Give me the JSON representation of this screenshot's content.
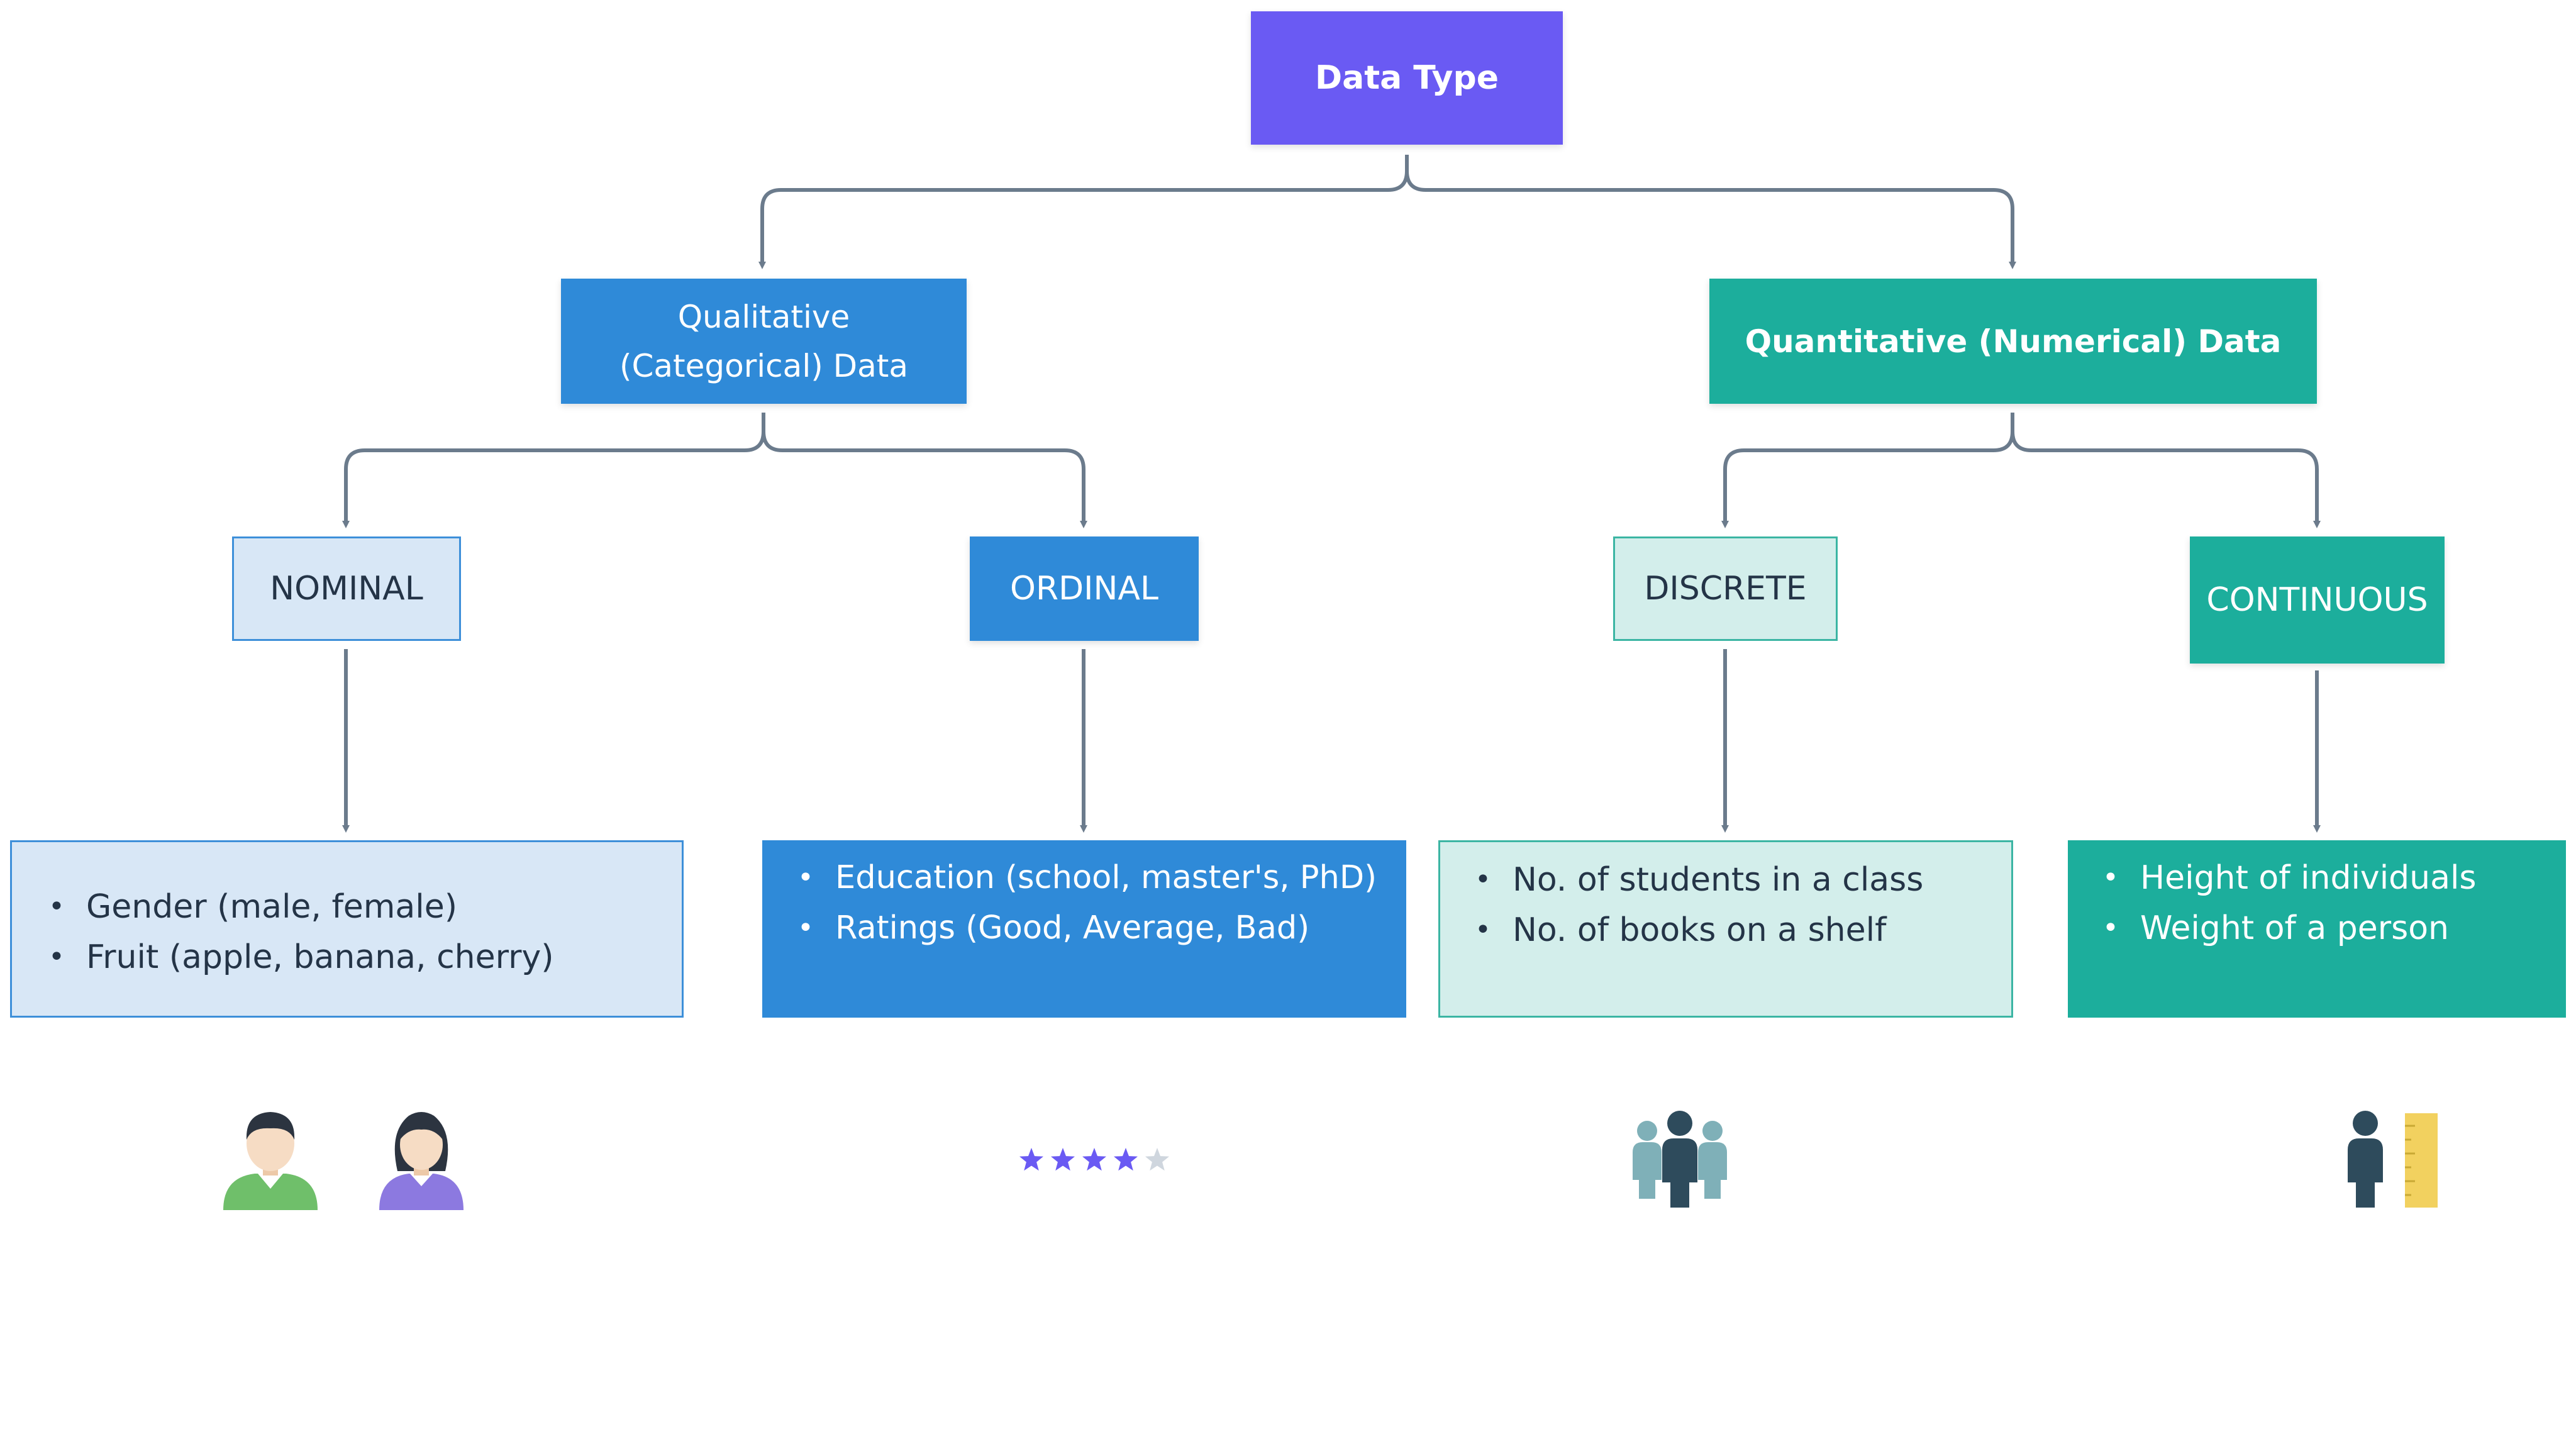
{
  "nodes": {
    "root": {
      "label": "Data Type",
      "color": "#6a5af3"
    },
    "qualitative": {
      "line1": "Qualitative",
      "line2": "(Categorical) Data",
      "color": "#2f8ad8"
    },
    "quantitative": {
      "label": "Quantitative (Numerical) Data",
      "color": "#1cae9c"
    },
    "nominal": {
      "label": "NOMINAL"
    },
    "ordinal": {
      "label": "ORDINAL"
    },
    "discrete": {
      "label": "DISCRETE"
    },
    "continuous": {
      "label": "CONTINUOUS"
    }
  },
  "examples": {
    "nominal": [
      "Gender (male, female)",
      "Fruit (apple, banana, cherry)"
    ],
    "ordinal": [
      "Education (school, master's, PhD)",
      "Ratings (Good, Average, Bad)"
    ],
    "discrete": [
      "No. of students in a class",
      "No. of books on a shelf"
    ],
    "continuous": [
      "Height of individuals",
      "Weight of a person"
    ]
  },
  "icons": {
    "nominal": [
      "male-person-icon",
      "female-person-icon"
    ],
    "ordinal": "star-rating-icon",
    "discrete": "group-of-people-icon",
    "continuous": "person-with-ruler-icon"
  },
  "rating": {
    "filled": 4,
    "total": 5,
    "color": "#6a5af3",
    "empty_color": "#cfd6de"
  },
  "connector_color": "#6b7b8c"
}
